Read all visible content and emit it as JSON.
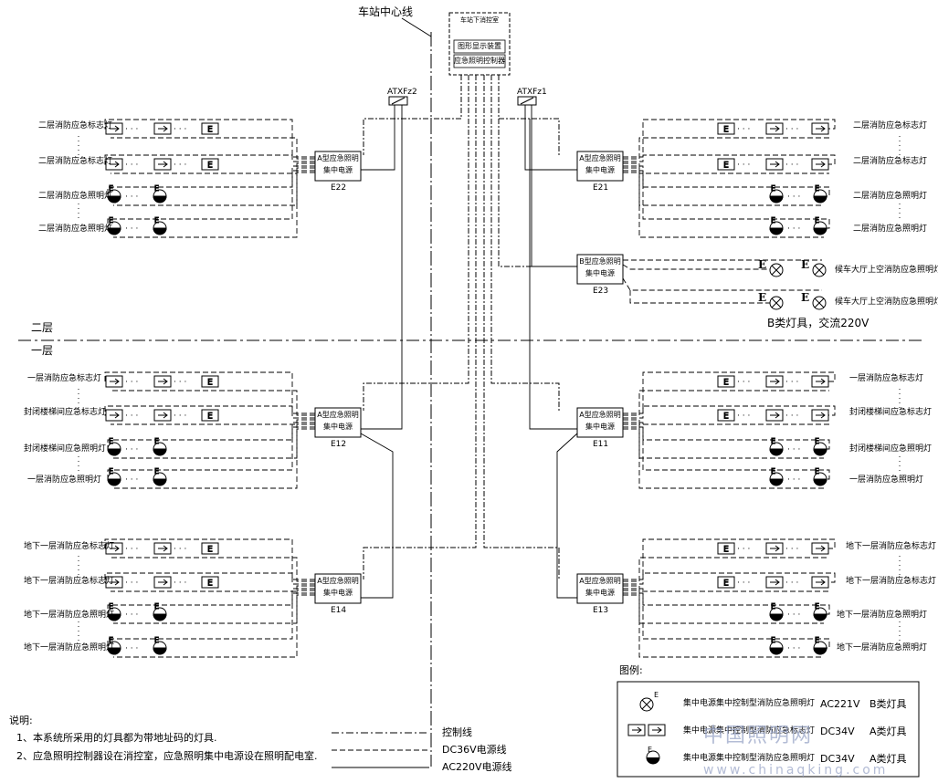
{
  "center_line": "车站中心线",
  "control_room": {
    "title": "车站下消控室",
    "row1": "图形显示装置",
    "row2": "应急照明控制器"
  },
  "atxf_left": "ATXFz2",
  "atxf_right": "ATXFz1",
  "floor_upper": "二层",
  "floor_lower": "一层",
  "units": {
    "e22": {
      "l1": "A型应急照明",
      "l2": "集中电源",
      "id": "E22"
    },
    "e21": {
      "l1": "A型应急照明",
      "l2": "集中电源",
      "id": "E21"
    },
    "e23": {
      "l1": "B型应急照明",
      "l2": "集中电源",
      "id": "E23"
    },
    "e12": {
      "l1": "A型应急照明",
      "l2": "集中电源",
      "id": "E12"
    },
    "e11": {
      "l1": "A型应急照明",
      "l2": "集中电源",
      "id": "E11"
    },
    "e14": {
      "l1": "A型应急照明",
      "l2": "集中电源",
      "id": "E14"
    },
    "e13": {
      "l1": "A型应急照明",
      "l2": "集中电源",
      "id": "E13"
    }
  },
  "left_labels": [
    "二层消防应急标志灯",
    "二层消防应急标志灯",
    "二层消防应急照明灯",
    "二层消防应急照明灯",
    "一层消防应急标志灯",
    "封闭楼梯间应急标志灯",
    "封闭楼梯间应急照明灯",
    "一层消防应急照明灯",
    "地下一层消防应急标志灯",
    "地下一层消防应急标志灯",
    "地下一层消防应急照明灯",
    "地下一层消防应急照明灯"
  ],
  "right_labels": [
    "二层消防应急标志灯",
    "二层消防应急标志灯",
    "二层消防应急照明灯",
    "二层消防应急照明灯",
    "候车大厅上空消防应急照明灯",
    "候车大厅上空消防应急照明灯",
    "一层消防应急标志灯",
    "封闭楼梯间应急标志灯",
    "封闭楼梯间应急照明灯",
    "一层消防应急照明灯",
    "地下一层消防应急标志灯",
    "地下一层消防应急标志灯",
    "地下一层消防应急照明灯",
    "地下一层消防应急照明灯"
  ],
  "b_lamp_note": "B类灯具，交流220V",
  "notes": {
    "title": "说明:",
    "items": [
      "1、本系统所采用的灯具都为带地址码的灯具.",
      "2、应急照明控制器设在消控室，应急照明集中电源设在照明配电室."
    ]
  },
  "line_legend": [
    "控制线",
    "DC36V电源线",
    "AC220V电源线"
  ],
  "legend": {
    "title": "图例:",
    "items": [
      {
        "text": "集中电源集中控制型消防应急照明灯",
        "volt": "AC221V",
        "cls": "B类灯具"
      },
      {
        "text": "集中电源集中控制型消防应急标志灯",
        "volt": "DC34V",
        "cls": "A类灯具"
      },
      {
        "text": "集中电源集中控制型消防应急照明灯",
        "volt": "DC34V",
        "cls": "A类灯具"
      }
    ]
  },
  "watermark": {
    "cn": "中国照明网",
    "url": "www.chinaqking.com"
  }
}
